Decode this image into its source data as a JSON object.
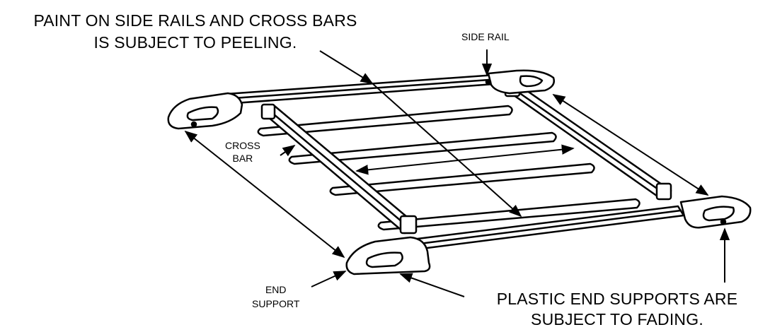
{
  "diagram": {
    "caption_paint": {
      "line1": "PAINT ON SIDE RAILS AND CROSS BARS",
      "line2": "IS SUBJECT TO PEELING."
    },
    "label_side_rail": "SIDE RAIL",
    "label_cross_bar": {
      "line1": "CROSS",
      "line2": "BAR"
    },
    "label_end_support": {
      "line1": "END",
      "line2": "SUPPORT"
    },
    "caption_plastic": {
      "line1": "PLASTIC END SUPPORTS ARE",
      "line2": "SUBJECT TO FADING."
    },
    "colors": {
      "ink": "#000000",
      "paper": "#ffffff"
    }
  }
}
